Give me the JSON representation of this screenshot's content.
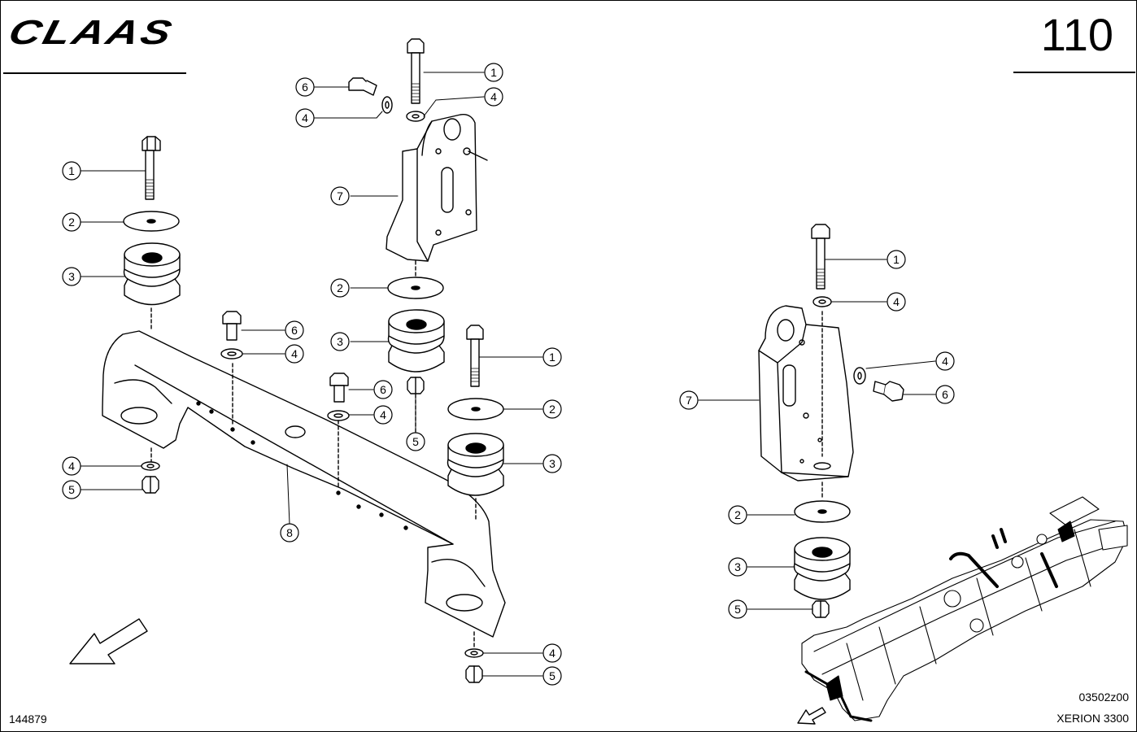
{
  "header": {
    "brand": "CLAAS",
    "page_number": "110"
  },
  "footer": {
    "document_number": "144879",
    "reference_code": "03502z00",
    "model": "XERION 3300"
  },
  "callouts": [
    "1",
    "2",
    "3",
    "4",
    "5",
    "6",
    "7",
    "8"
  ],
  "icons": {
    "front_arrow": "direction-arrow-icon"
  }
}
